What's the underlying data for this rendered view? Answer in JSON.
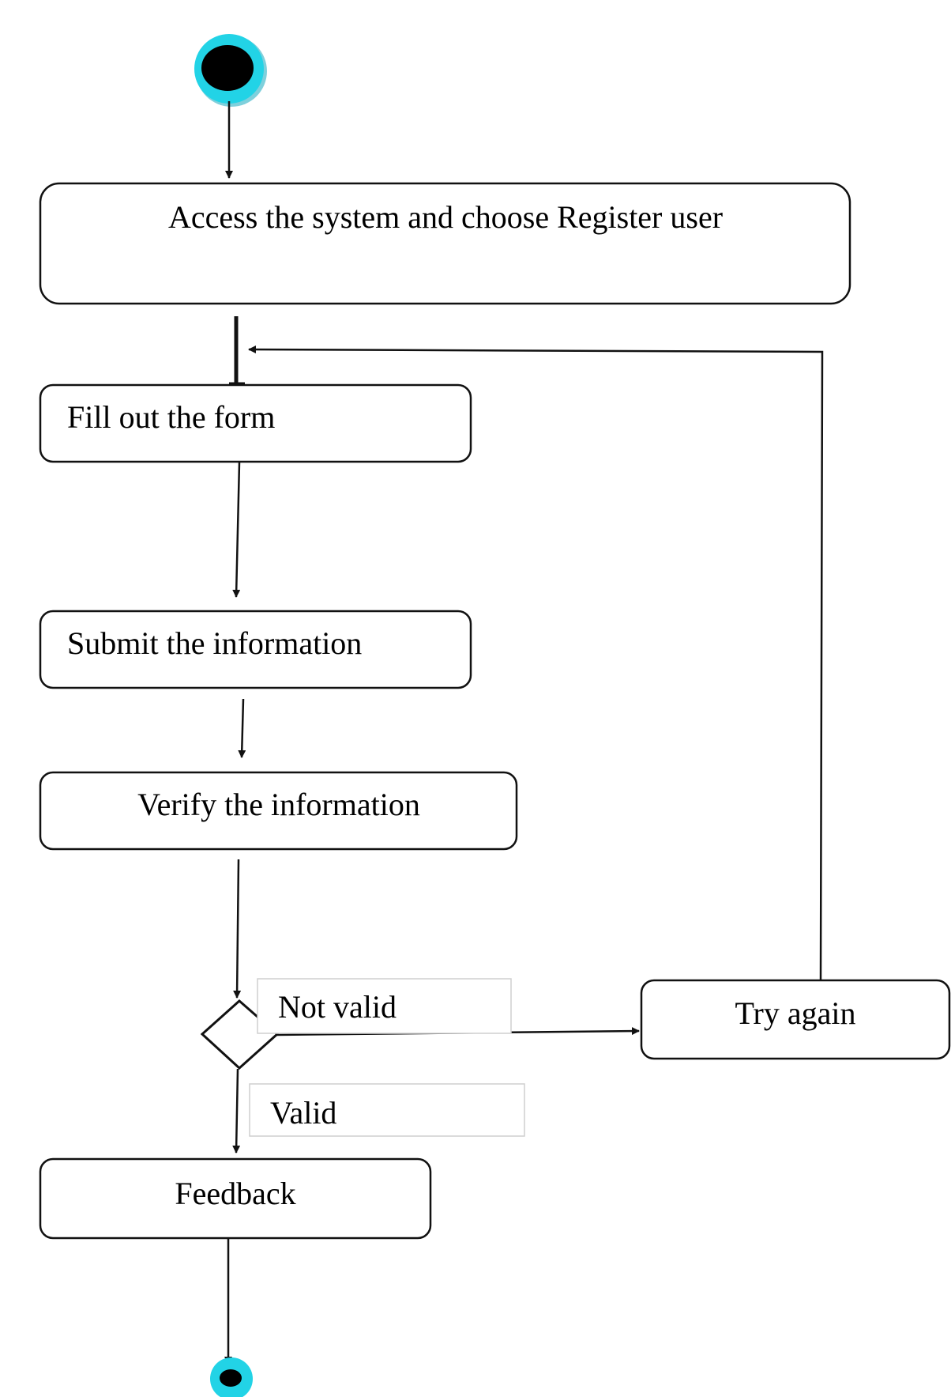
{
  "colors": {
    "start_outer": "#22d3e6",
    "start_inner": "#000000",
    "line": "#111111",
    "guard_border": "#cfcfcf"
  },
  "nodes": {
    "access": "Access the system and choose Register user",
    "fill_form": "Fill out the form",
    "submit": "Submit the information",
    "verify": "Verify the information",
    "try_again": "Try again",
    "feedback": "Feedback"
  },
  "guards": {
    "not_valid": "Not valid",
    "valid": "Valid"
  }
}
